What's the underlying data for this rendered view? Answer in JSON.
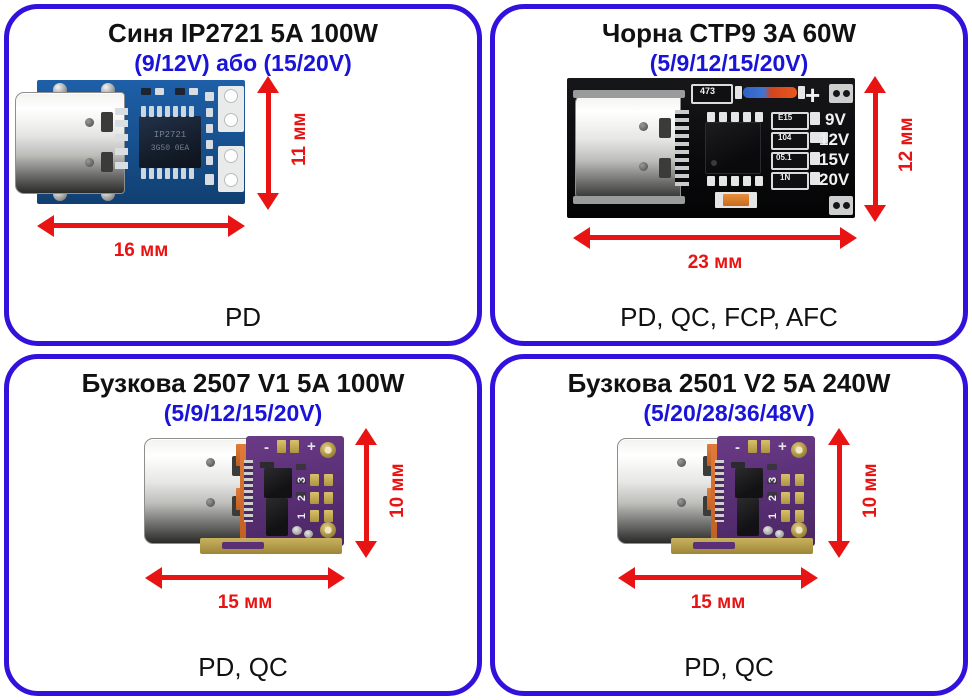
{
  "panels": [
    {
      "id": "blue-ip2721",
      "title": "Синя IP2721  5A  100W",
      "subtitle": "(9/12V) або (15/20V)",
      "width_label": "16 мм",
      "height_label": "11 мм",
      "footer": "PD",
      "chip_marking": "IP2721",
      "chip_marking2": "3G50 0EA",
      "board_color": "#17518f",
      "accent_color": "#3311dd",
      "dim_color": "#e81414",
      "subtitle_color": "#1a14d8"
    },
    {
      "id": "black-ctp9",
      "title": "Чорна CTP9  3A  60W",
      "subtitle": "(5/9/12/15/20V)",
      "width_label": "23 мм",
      "height_label": "12 мм",
      "footer": "PD, QC, FCP, AFC",
      "board_color": "#0b0b0d",
      "silkscreen": [
        "9V",
        "12V",
        "15V",
        "20V"
      ],
      "silk_plus": "+",
      "silk_parts": [
        "473",
        "E15",
        "104",
        "05.1",
        "1N"
      ],
      "accent_color": "#3311dd",
      "dim_color": "#e81414",
      "subtitle_color": "#1a14d8"
    },
    {
      "id": "purple-2507-v1",
      "title": "Бузкова 2507 V1  5A  100W",
      "subtitle": "(5/9/12/15/20V)",
      "width_label": "15 мм",
      "height_label": "10 мм",
      "footer": "PD, QC",
      "board_color": "#5b3077",
      "silk_plus": "+",
      "silk_minus": "-",
      "silk_nums": [
        "1",
        "2",
        "3"
      ],
      "accent_color": "#3311dd",
      "dim_color": "#e81414",
      "subtitle_color": "#1a14d8"
    },
    {
      "id": "purple-2501-v2",
      "title": "Бузкова 2501 V2  5A  240W",
      "subtitle": "(5/20/28/36/48V)",
      "width_label": "15 мм",
      "height_label": "10 мм",
      "footer": "PD, QC",
      "board_color": "#5b3077",
      "silk_plus": "+",
      "silk_minus": "-",
      "silk_nums": [
        "1",
        "2",
        "3"
      ],
      "accent_color": "#3311dd",
      "dim_color": "#e81414",
      "subtitle_color": "#1a14d8"
    }
  ]
}
